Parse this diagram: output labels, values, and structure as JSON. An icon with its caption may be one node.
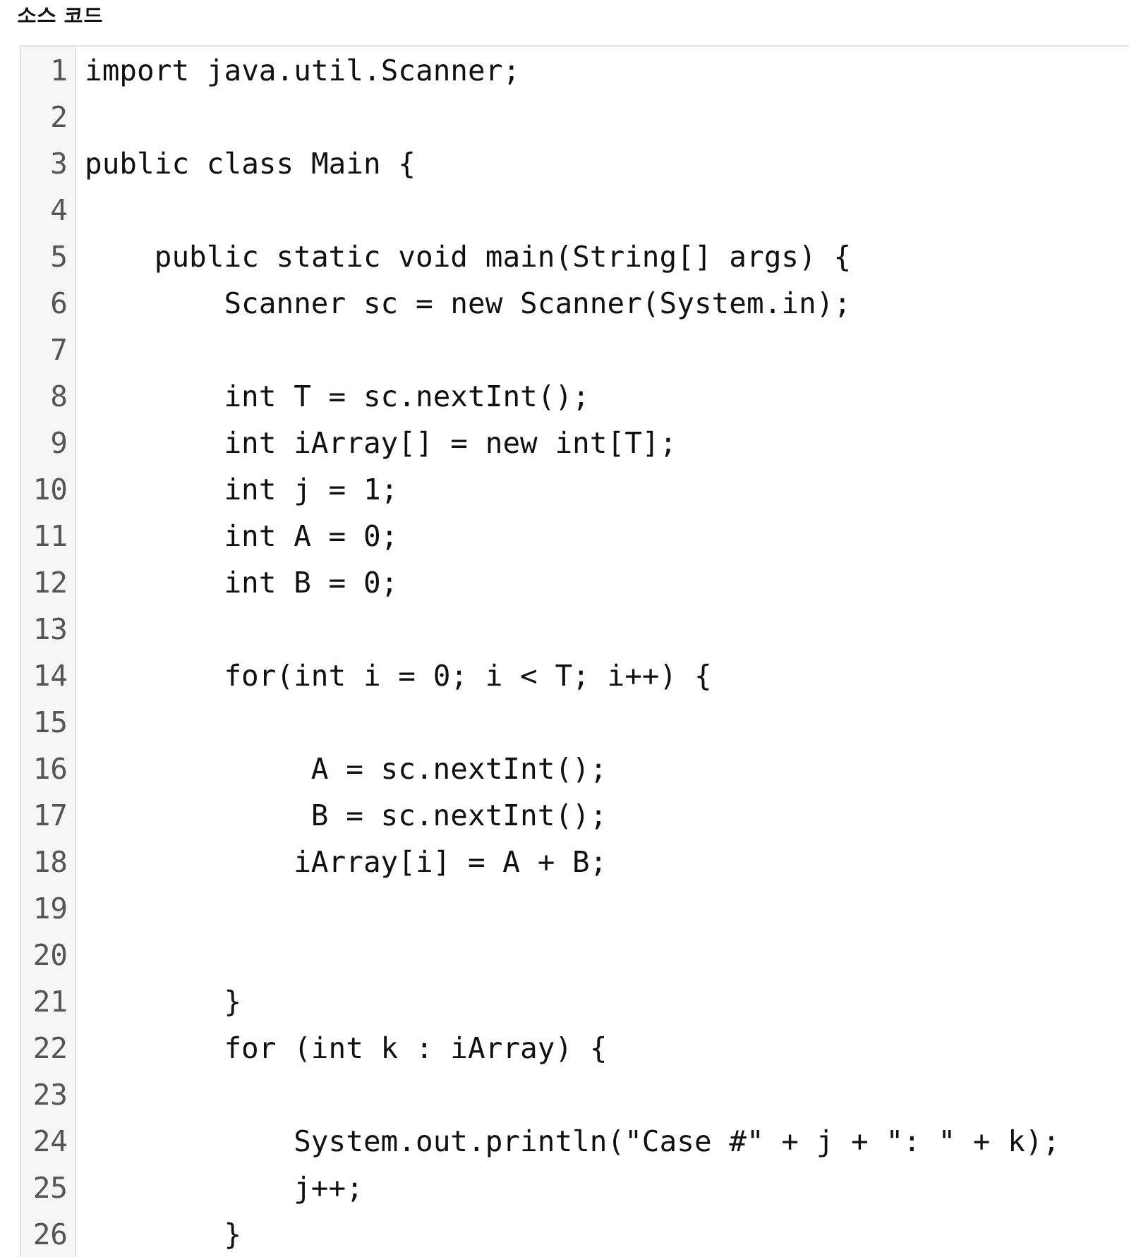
{
  "diagram": {
    "title": "소스 코드",
    "labels": [
      "1",
      "import java.util.Scanner;",
      "2",
      "3",
      "public class Main {",
      "4",
      "5",
      "public static void main(String[] args) {",
      "6",
      "Scanner sc = new Scanner(System.in);",
      "7",
      "8",
      "int T = sc.nextInt();",
      "9",
      "int iArray[] = new int[T];",
      "10",
      "int j = 1;",
      "11",
      "int A = 0;",
      "12",
      "int B = 0;",
      "13",
      "14",
      "for(int i = 0; i < T; i++) {",
      "15",
      "16",
      "A = sc.nextInt();",
      "17",
      "B = sc.nextInt();",
      "18",
      "iArray[i] = A + B;",
      "19",
      "20",
      "21",
      "}",
      "22",
      "for (int k : iArray) {",
      "23",
      "24",
      "System.out.println(\"Case #\" + j + \": \" + k);",
      "25",
      "j++;",
      "26",
      "}"
    ]
  }
}
